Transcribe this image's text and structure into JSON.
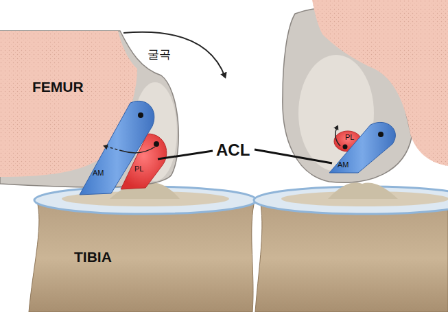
{
  "diagram": {
    "labels": [
      "굴곡",
      "FEMUR",
      "AM",
      "PL",
      "ACL",
      "PL",
      "AM",
      "TIBIA"
    ]
  }
}
